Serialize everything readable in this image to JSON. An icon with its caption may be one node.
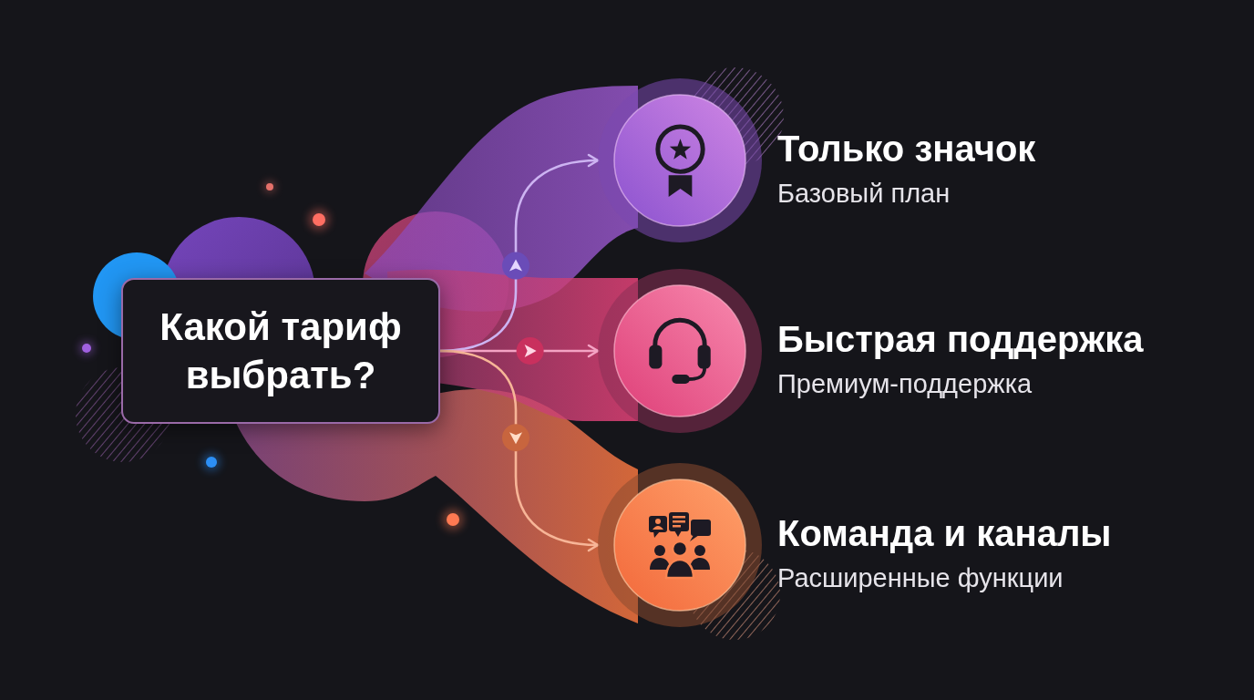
{
  "diagram": {
    "nodes": [
      {
        "text": [
          "Какой тариф выбрать?"
        ]
      },
      {
        "text": [
          "Только значок",
          "Базовый план"
        ]
      },
      {
        "text": [
          "Быстрая поддержка",
          "Премиум-поддержка"
        ]
      },
      {
        "text": [
          "Команда и каналы",
          "Расширенные функции"
        ]
      }
    ],
    "edges": [
      {
        "from": 0,
        "to": 1,
        "arrow": "to",
        "color": "#cdb4f2"
      },
      {
        "from": 0,
        "to": 2,
        "arrow": "to",
        "color": "#f4a3c4"
      },
      {
        "from": 0,
        "to": 3,
        "arrow": "to",
        "color": "#f7b597"
      }
    ]
  }
}
